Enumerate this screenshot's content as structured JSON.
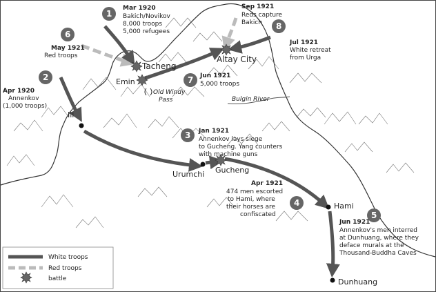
{
  "places": {
    "tacheng": "Tacheng",
    "emin": "Emin",
    "altay": "Altay City",
    "ili": "Ili",
    "urumchi": "Urumchi",
    "gucheng": "Gucheng",
    "hami": "Hami",
    "dunhuang": "Dunhuang",
    "windy_pass_1": "Old Windy",
    "windy_pass_2": "Pass",
    "bulgin": "Bulgin River"
  },
  "events": [
    {
      "num": "1",
      "date": "Mar 1920",
      "lines": [
        "Bakich/Novikov",
        "8,000 troops",
        "5,000 refugees"
      ]
    },
    {
      "num": "2",
      "date": "Apr 1920",
      "lines": [
        "Annenkov",
        "(1,000 troops)"
      ]
    },
    {
      "num": "3",
      "date": "Jan 1921",
      "lines": [
        "Annenkov lays siege",
        "to Gucheng. Yang counters",
        "with machine guns"
      ]
    },
    {
      "num": "4",
      "date": "Apr 1921",
      "lines": [
        "474 men escorted",
        "to Hami, where",
        "their horses are",
        "confiscated"
      ]
    },
    {
      "num": "5",
      "date": "Jun 1921",
      "lines": [
        "Annenkov's men interred",
        "at Dunhuang, where they",
        "deface murals at the",
        "Thousand-Buddha Caves"
      ]
    },
    {
      "num": "6",
      "date": "May 1921",
      "lines": [
        "Red troops"
      ]
    },
    {
      "num": "7",
      "date": "Jun 1921",
      "lines": [
        "5,000 troops"
      ]
    },
    {
      "num": "8",
      "date": "Jul 1921",
      "lines": [
        "White retreat",
        "from Urga"
      ]
    },
    {
      "num": "",
      "date": "Sep 1921",
      "lines": [
        "Reds capture",
        "Bakich"
      ]
    }
  ],
  "legend": {
    "white": "White troops",
    "red": "Red troops",
    "battle": "battle"
  },
  "colors": {
    "white_troops": "#555555",
    "red_troops": "#bbbbbb",
    "marker": "#666666"
  }
}
